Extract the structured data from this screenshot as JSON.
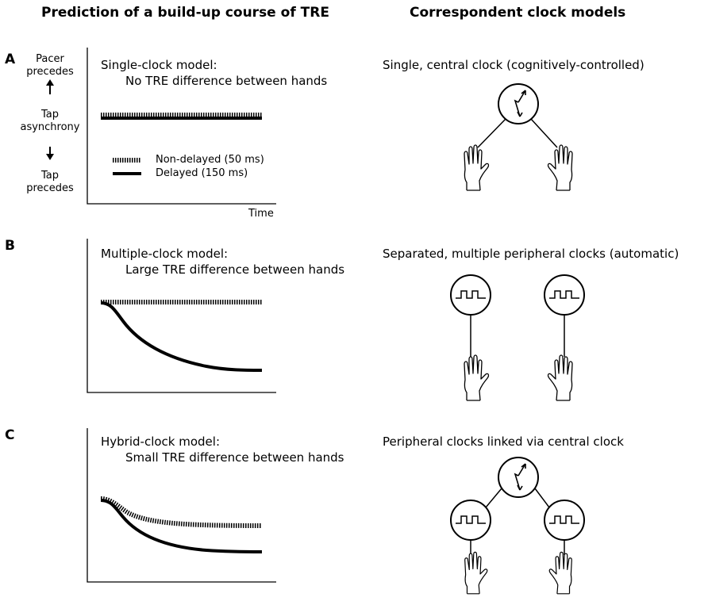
{
  "headers": {
    "left": "Prediction of a build-up course of TRE",
    "right": "Correspondent clock models"
  },
  "y_axis": {
    "top_label_1": "Pacer",
    "top_label_2": "precedes",
    "middle_label_1": "Tap",
    "middle_label_2": "asynchrony",
    "bottom_label_1": "Tap",
    "bottom_label_2": "precedes"
  },
  "x_axis": {
    "label": "Time"
  },
  "legend": {
    "non_delayed": "Non-delayed (50 ms)",
    "delayed": "Delayed (150 ms)"
  },
  "panels": [
    {
      "letter": "A",
      "model_line1": "Single-clock model:",
      "model_line2": "No TRE difference between hands",
      "clock_title": "Single, central clock (cognitively-controlled)"
    },
    {
      "letter": "B",
      "model_line1": "Multiple-clock model:",
      "model_line2": "Large TRE difference between hands",
      "clock_title": "Separated, multiple peripheral clocks (automatic)"
    },
    {
      "letter": "C",
      "model_line1": "Hybrid-clock model:",
      "model_line2": "Small TRE difference between hands",
      "clock_title": "Peripheral clocks linked via central clock"
    }
  ],
  "icons": {
    "central_clock": "clock-with-hands-icon",
    "peripheral_clock": "square-wave-clock-icon",
    "hand": "hand-outline-icon"
  }
}
